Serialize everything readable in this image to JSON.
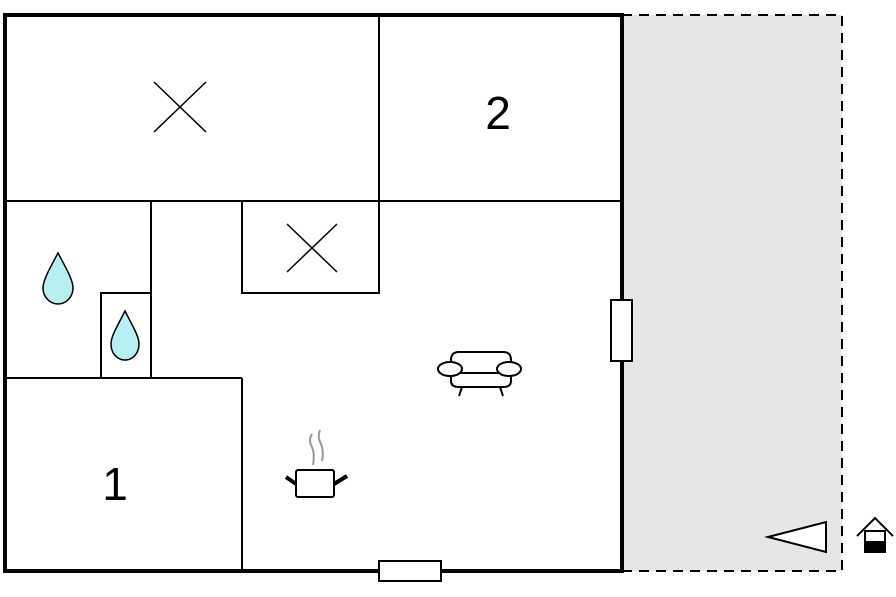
{
  "floorplan": {
    "rooms": [
      {
        "label": "2",
        "type": "bedroom"
      },
      {
        "label": "1",
        "type": "bedroom"
      }
    ],
    "icons": [
      "cross-icon",
      "cross-icon",
      "water-drop-icon",
      "water-drop-icon",
      "sofa-icon",
      "cooking-pot-icon",
      "entrance-arrow-icon",
      "house-icon"
    ],
    "colors": {
      "wall": "#000000",
      "terrace": "#e6e6e6",
      "water": "#b8f0f2",
      "steam": "#999999"
    }
  }
}
